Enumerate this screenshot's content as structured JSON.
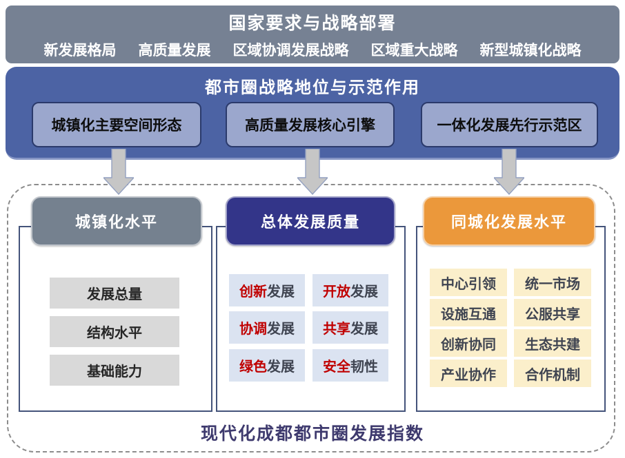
{
  "banner": {
    "title": "国家要求与战略部署",
    "items": [
      "新发展格局",
      "高质量发展",
      "区域协调发展战略",
      "区域重大战略",
      "新型城镇化战略"
    ]
  },
  "strategy": {
    "title": "都市圈战略地位与示范作用",
    "boxes": [
      "城镇化主要空间形态",
      "高质量发展核心引擎",
      "一体化发展先行示范区"
    ]
  },
  "index": {
    "urbanization": {
      "header": "城镇化水平",
      "items": [
        "发展总量",
        "结构水平",
        "基础能力"
      ]
    },
    "quality": {
      "header": "总体发展质量",
      "items": [
        {
          "em": "创新",
          "rest": "发展"
        },
        {
          "em": "开放",
          "rest": "发展"
        },
        {
          "em": "协调",
          "rest": "发展"
        },
        {
          "em": "共享",
          "rest": "发展"
        },
        {
          "em": "绿色",
          "rest": "发展"
        },
        {
          "em": "安全",
          "rest": "韧性"
        }
      ]
    },
    "integration": {
      "header": "同城化发展水平",
      "items": [
        "中心引领",
        "统一市场",
        "设施互通",
        "公服共享",
        "创新协同",
        "生态共建",
        "产业协作",
        "合作机制"
      ]
    }
  },
  "footer": {
    "title": "现代化成都都市圈发展指数"
  },
  "colors": {
    "banner_bg": "#768193",
    "strategy_bg": "#4C63A4",
    "strategy_sub_bg": "#9BA7CD",
    "header_gray": "#75818F",
    "header_navy": "#333589",
    "header_orange": "#EB983B",
    "item_gray": "#D9D9D9",
    "item_blue": "#DBE3F1",
    "item_yellow": "#FBEFCB",
    "emphasis_red": "#C00000",
    "footer_text": "#3E3A6E",
    "arrow_gray": "#C6C6C6"
  }
}
